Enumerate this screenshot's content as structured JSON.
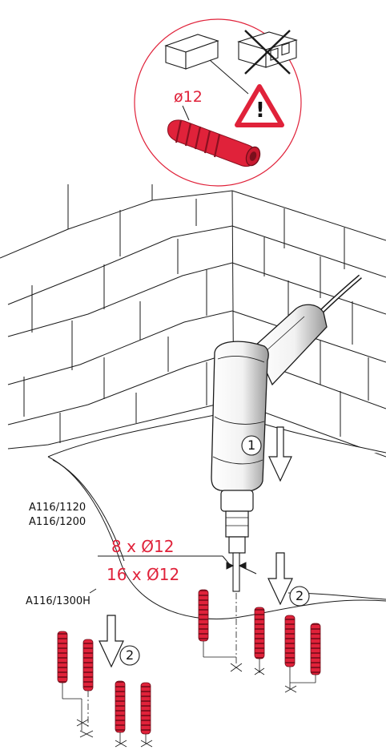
{
  "models": {
    "group_a_line1": "A116/1120",
    "group_a_line2": "A116/1200",
    "group_b": "A116/1300H"
  },
  "drill_spec": {
    "upper": "8 x Ø12",
    "lower": "16 x Ø12"
  },
  "warning_inset": {
    "plug_diameter": "ø12",
    "warning_symbol": "!",
    "icons": [
      "solid-brick-icon",
      "hollow-brick-crossed-icon",
      "warning-triangle-icon",
      "wall-plug-icon"
    ]
  },
  "steps": {
    "drill": "1",
    "insert_plugs": "2"
  },
  "colors": {
    "accent_red": "#e0223a",
    "line": "#1a1a1a"
  }
}
